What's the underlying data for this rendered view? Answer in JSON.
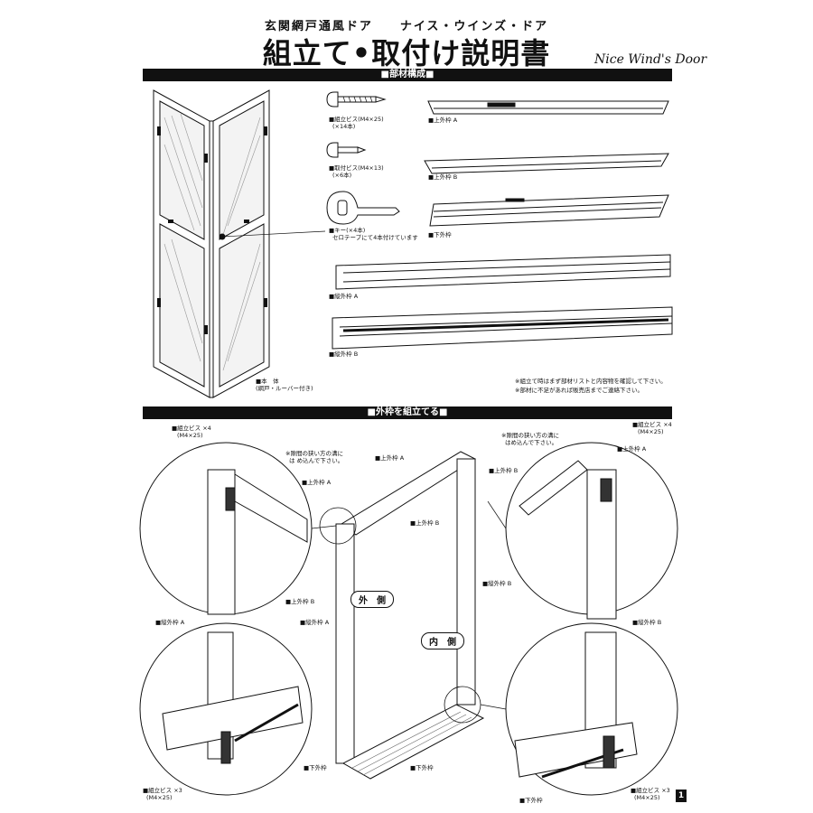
{
  "header": {
    "subtitle": "玄関網戸通風ドア　　ナイス・ウインズ・ドア",
    "title": "組立て•取付け説明書",
    "brand": "Nice Wind's Door"
  },
  "sections": {
    "parts": "■部材構成■",
    "assembly": "■外枠を組立てる■"
  },
  "parts": {
    "screw_assembly": "■組立ビス(M4×25)",
    "screw_assembly_qty": "(×14本)",
    "screw_mount": "■取付ビス(M4×13)",
    "screw_mount_qty": "(×6本)",
    "key": "■キー(×4本)",
    "key_note": "セロテープにて4本付けています",
    "upper_frame_a": "■上外枠 A",
    "upper_frame_b": "■上外枠 B",
    "lower_frame": "■下外枠",
    "vertical_frame_a": "■縦外枠 A",
    "vertical_frame_b": "■縦外枠 B",
    "body": "■本　体",
    "body_note": "(網戸・ルーバー付き)",
    "check_note_1": "※組立て時はまず部材リストと内容物を確認して下さい。",
    "check_note_2": "※部材に不足があれば販売店までご連絡下さい。"
  },
  "assembly": {
    "screw_x4_left": "■組立ビス ×4",
    "screw_x4_left_spec": "(M4×25)",
    "screw_x4_right": "■組立ビス ×4",
    "screw_x4_right_spec": "(M4×25)",
    "gap_note_left_1": "※隙間の狭い方の溝に",
    "gap_note_left_2": "は め込んで下さい。",
    "gap_note_right_1": "※隙間の狭い方の溝に",
    "gap_note_right_2": "はめ込んで下さい。",
    "upper_frame_a": "■上外枠 A",
    "upper_frame_b": "■上外枠 B",
    "vertical_frame_a": "■縦外枠 A",
    "vertical_frame_b": "■縦外枠 B",
    "lower_frame": "■下外枠",
    "outside": "外　側",
    "inside": "内　側",
    "screw_x3_left": "■組立ビス ×3",
    "screw_x3_left_spec": "(M4×25)",
    "screw_x3_right": "■組立ビス ×3",
    "screw_x3_right_spec": "(M4×25)"
  },
  "page": "1"
}
